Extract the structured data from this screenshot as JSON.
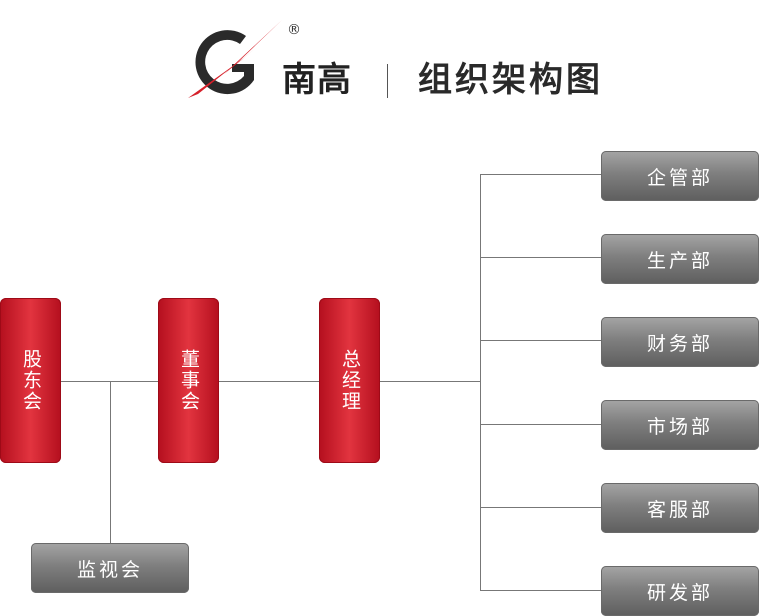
{
  "header": {
    "brand": "南高",
    "registered_mark": "®",
    "title": "组织架构图",
    "brand_color": "#d6202a"
  },
  "nodes": {
    "shareholders": "股东会",
    "board": "董事会",
    "general_manager": "总经理",
    "supervisory": "监视会"
  },
  "departments": [
    "企管部",
    "生产部",
    "财务部",
    "市场部",
    "客服部",
    "研发部"
  ],
  "colors": {
    "node_red": "#c8202d",
    "node_gray": "#7f7f7f",
    "connector": "#777777"
  }
}
